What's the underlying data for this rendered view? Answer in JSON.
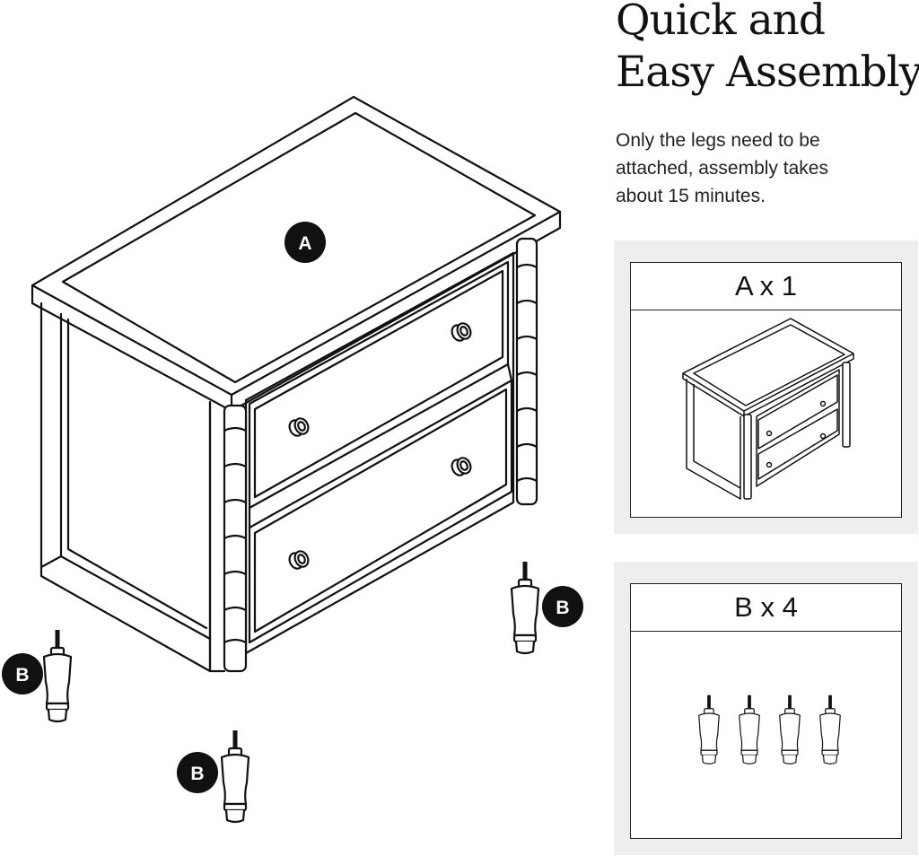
{
  "heading": {
    "line1": "Quick and",
    "line2": "Easy Assembly"
  },
  "description": {
    "line1": "Only the legs need to be",
    "line2": "attached, assembly takes",
    "line3": "about 15 minutes."
  },
  "diagram": {
    "part_a_label": "A",
    "leg_labels": [
      "B",
      "B",
      "B"
    ]
  },
  "parts": [
    {
      "label": "A x 1"
    },
    {
      "label": "B x 4"
    }
  ],
  "colors": {
    "line": "#111111",
    "panel_bg": "#eeeeee",
    "marker": "#111111"
  }
}
